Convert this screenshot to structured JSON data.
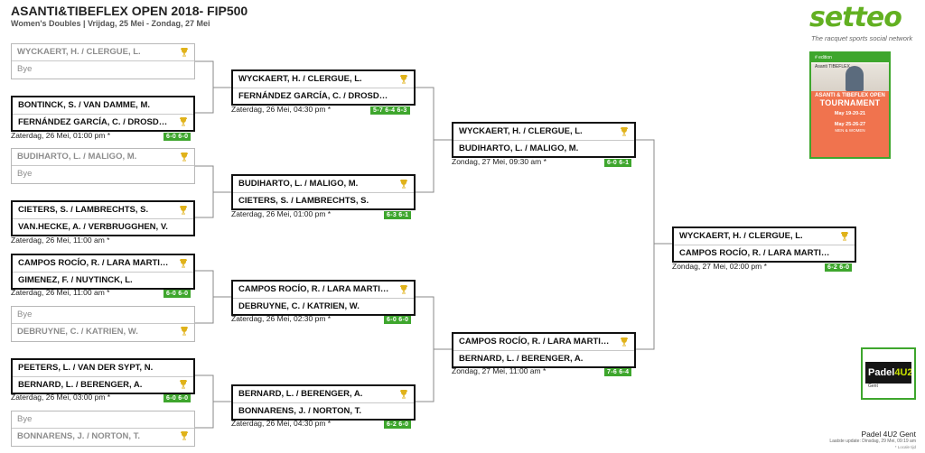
{
  "header": {
    "title": "ASANTI&TIBEFLEX OPEN 2018- FIP500",
    "subtitle": "Women's Doubles | Vrijdag, 25 Mei - Zondag, 27 Mei"
  },
  "colors": {
    "accent": "#3ea62d",
    "border": "#111111",
    "bye_border": "#b8b8b8",
    "trophy": "#e0b21a"
  },
  "rounds": {
    "r1": [
      {
        "team1": "WYCKAERT, H. / CLERGUE, L.",
        "team2": "Bye",
        "bye": true,
        "when": "",
        "score": ""
      },
      {
        "team1": "BONTINCK, S. / VAN DAMME, M.",
        "team2": "FERNÁNDEZ GARCÍA, C. / DROSDOV M...",
        "bye": false,
        "when": "Zaterdag, 26 Mei, 01:00 pm *",
        "score": "6-0  6-0"
      },
      {
        "team1": "BUDIHARTO, L. / MALIGO, M.",
        "team2": "Bye",
        "bye": true,
        "when": "",
        "score": ""
      },
      {
        "team1": "CIETERS, S. / LAMBRECHTS, S.",
        "team2": "VAN.HECKE, A. / VERBRUGGHEN, V.",
        "bye": false,
        "when": "Zaterdag, 26 Mei, 11:00 am *",
        "score": ""
      },
      {
        "team1": "CAMPOS ROCÍO, R. / LARA MARTINEZ,...",
        "team2": "GIMENEZ, F. / NUYTINCK, L.",
        "bye": false,
        "when": "Zaterdag, 26 Mei, 11:00 am *",
        "score": "6-0  6-0"
      },
      {
        "team1": "Bye",
        "team2": "DEBRUYNE, C. / KATRIEN, W.",
        "bye": true,
        "when": "",
        "score": ""
      },
      {
        "team1": "PEETERS, L. / VAN DER SYPT, N.",
        "team2": "BERNARD, L. / BERENGER, A.",
        "bye": false,
        "when": "Zaterdag, 26 Mei, 03:00 pm *",
        "score": "6-0  6-0"
      },
      {
        "team1": "Bye",
        "team2": "BONNARENS, J. / NORTON, T.",
        "bye": true,
        "when": "",
        "score": ""
      }
    ],
    "r2": [
      {
        "team1": "WYCKAERT, H. / CLERGUE, L.",
        "team2": "FERNÁNDEZ GARCÍA, C. / DROSDOV M...",
        "when": "Zaterdag, 26 Mei, 04:30 pm *",
        "score": "5-7  6-4  6-3"
      },
      {
        "team1": "BUDIHARTO, L. / MALIGO, M.",
        "team2": "CIETERS, S. / LAMBRECHTS, S.",
        "when": "Zaterdag, 26 Mei, 01:00 pm *",
        "score": "6-3  6-1"
      },
      {
        "team1": "CAMPOS ROCÍO, R. / LARA MARTINEZ,...",
        "team2": "DEBRUYNE, C. / KATRIEN, W.",
        "when": "Zaterdag, 26 Mei, 02:30 pm *",
        "score": "6-0  6-0"
      },
      {
        "team1": "BERNARD, L. / BERENGER, A.",
        "team2": "BONNARENS, J. / NORTON, T.",
        "when": "Zaterdag, 26 Mei, 04:30 pm *",
        "score": "6-2  6-0"
      }
    ],
    "sf": [
      {
        "team1": "WYCKAERT, H. / CLERGUE, L.",
        "team2": "BUDIHARTO, L. / MALIGO, M.",
        "when": "Zondag, 27 Mei, 09:30 am *",
        "score": "6-0  6-1"
      },
      {
        "team1": "CAMPOS ROCÍO, R. / LARA MARTINEZ,...",
        "team2": "BERNARD, L. / BERENGER, A.",
        "when": "Zondag, 27 Mei, 11:00 am *",
        "score": "7-6  6-4"
      }
    ],
    "final": [
      {
        "team1": "WYCKAERT, H. / CLERGUE, L.",
        "team2": "CAMPOS ROCÍO, R. / LARA MARTINEZ,...",
        "when": "Zondag, 27 Mei, 02:00 pm *",
        "score": "6-2  6-0"
      }
    ]
  },
  "sidebar": {
    "logo_text": "setteo",
    "logo_tagline": "The racquet sports social network",
    "poster": {
      "top": "# edition",
      "brand": "Asanti  TIBEFLEX",
      "line1": "ASANTI & TIBEFLEX OPEN",
      "line2": "TOURNAMENT",
      "dates1": "May 19-20-21",
      "dates2": "May 25-26-27",
      "cat": "MEN & WOMEN"
    },
    "padel_logo": {
      "part1": "Padel",
      "part2": "4U2",
      "sub": "Gent"
    },
    "venue": "Padel 4U2 Gent",
    "updated": "Laatste update: Dinsdag, 29 Mei, 09:19 am",
    "localtime": "* Locale tijd"
  }
}
